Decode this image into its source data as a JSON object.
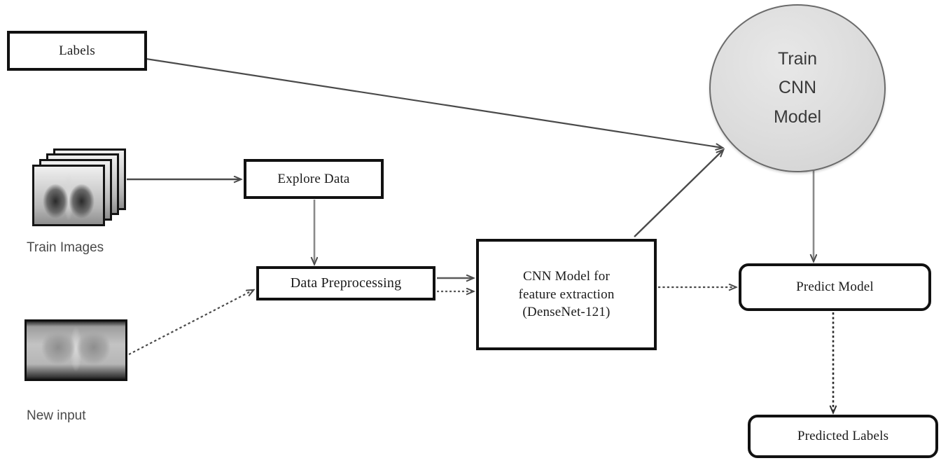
{
  "diagram": {
    "title": "CNN chest X-ray training and prediction pipeline",
    "nodes": {
      "labels": "Labels",
      "train_images_caption": "Train Images",
      "new_input_caption": "New input",
      "explore_data": "Explore Data",
      "data_preprocessing": "Data Preprocessing",
      "cnn_model_line1": "CNN Model for",
      "cnn_model_line2": "feature extraction",
      "cnn_model_line3": "(DenseNet-121)",
      "train_cnn_line1": "Train",
      "train_cnn_line2": "CNN",
      "train_cnn_line3": "Model",
      "predict_model": "Predict Model",
      "predicted_labels": "Predicted Labels"
    },
    "edges": [
      {
        "id": "labels-to-train-cnn",
        "from": "labels",
        "to": "train-cnn-model",
        "style": "solid"
      },
      {
        "id": "train-images-to-explore",
        "from": "train-images",
        "to": "explore-data",
        "style": "solid"
      },
      {
        "id": "explore-to-preprocessing",
        "from": "explore-data",
        "to": "data-preprocessing",
        "style": "solid"
      },
      {
        "id": "new-input-to-preprocessing",
        "from": "new-input",
        "to": "data-preprocessing",
        "style": "dotted"
      },
      {
        "id": "preprocessing-to-cnn-solid",
        "from": "data-preprocessing",
        "to": "cnn-model",
        "style": "solid"
      },
      {
        "id": "preprocessing-to-cnn-dotted",
        "from": "data-preprocessing",
        "to": "cnn-model",
        "style": "dotted"
      },
      {
        "id": "cnn-to-train-cnn",
        "from": "cnn-model",
        "to": "train-cnn-model",
        "style": "solid"
      },
      {
        "id": "cnn-to-predict",
        "from": "cnn-model",
        "to": "predict-model",
        "style": "dotted"
      },
      {
        "id": "train-cnn-to-predict",
        "from": "train-cnn-model",
        "to": "predict-model",
        "style": "solid"
      },
      {
        "id": "predict-to-predicted-labels",
        "from": "predict-model",
        "to": "predicted-labels",
        "style": "dotted"
      }
    ],
    "colors": {
      "node_border": "#111111",
      "node_fill": "#ffffff",
      "ellipse_fill": "#dcdcdc",
      "ellipse_border": "#6b6b6b",
      "edge": "#5a5a5a",
      "caption_text": "#4a4a4a",
      "background": "#ffffff"
    }
  }
}
